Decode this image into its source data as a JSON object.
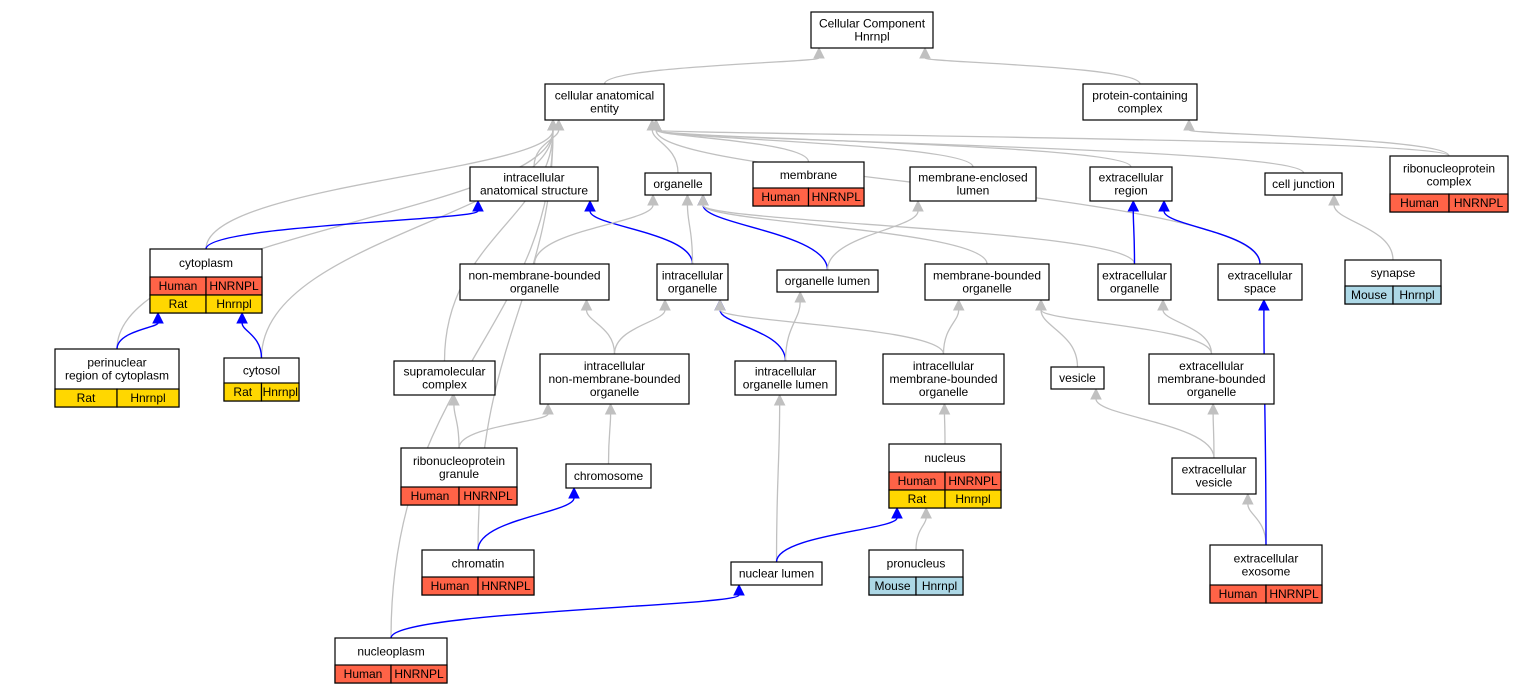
{
  "colors": {
    "human": "#FF6347",
    "rat": "#FFD700",
    "mouse": "#ADD8E6",
    "edge_gray": "#C0C0C0",
    "edge_blue": "#0000FF"
  },
  "nodes": {
    "root": {
      "lines": [
        "Cellular Component",
        "Hnrnpl"
      ]
    },
    "cae": {
      "lines": [
        "cellular anatomical",
        "entity"
      ]
    },
    "pcc": {
      "lines": [
        "protein-containing",
        "complex"
      ]
    },
    "ias": {
      "lines": [
        "intracellular",
        "anatomical structure"
      ]
    },
    "organelle": {
      "lines": [
        "organelle"
      ]
    },
    "membrane": {
      "lines": [
        "membrane"
      ],
      "rows": [
        [
          {
            "species": "human",
            "text": "Human"
          },
          {
            "species": "human",
            "text": "HNRNPL"
          }
        ]
      ]
    },
    "mel": {
      "lines": [
        "membrane-enclosed",
        "lumen"
      ]
    },
    "exreg": {
      "lines": [
        "extracellular",
        "region"
      ]
    },
    "celljunction": {
      "lines": [
        "cell junction"
      ]
    },
    "rnpc": {
      "lines": [
        "ribonucleoprotein",
        "complex"
      ],
      "rows": [
        [
          {
            "species": "human",
            "text": "Human"
          },
          {
            "species": "human",
            "text": "HNRNPL"
          }
        ]
      ]
    },
    "cytoplasm": {
      "lines": [
        "cytoplasm"
      ],
      "rows": [
        [
          {
            "species": "human",
            "text": "Human"
          },
          {
            "species": "human",
            "text": "HNRNPL"
          }
        ],
        [
          {
            "species": "rat",
            "text": "Rat"
          },
          {
            "species": "rat",
            "text": "Hnrnpl"
          }
        ]
      ]
    },
    "nmbo": {
      "lines": [
        "non-membrane-bounded",
        "organelle"
      ]
    },
    "ico": {
      "lines": [
        "intracellular",
        "organelle"
      ]
    },
    "orglumen": {
      "lines": [
        "organelle lumen"
      ]
    },
    "mbo": {
      "lines": [
        "membrane-bounded",
        "organelle"
      ]
    },
    "exorg": {
      "lines": [
        "extracellular",
        "organelle"
      ]
    },
    "exspace": {
      "lines": [
        "extracellular",
        "space"
      ]
    },
    "synapse": {
      "lines": [
        "synapse"
      ],
      "rows": [
        [
          {
            "species": "mouse",
            "text": "Mouse"
          },
          {
            "species": "mouse",
            "text": "Hnrnpl"
          }
        ]
      ]
    },
    "perinuc": {
      "lines": [
        "perinuclear",
        "region of cytoplasm"
      ],
      "rows": [
        [
          {
            "species": "rat",
            "text": "Rat"
          },
          {
            "species": "rat",
            "text": "Hnrnpl"
          }
        ]
      ]
    },
    "cytosol": {
      "lines": [
        "cytosol"
      ],
      "rows": [
        [
          {
            "species": "rat",
            "text": "Rat"
          },
          {
            "species": "rat",
            "text": "Hnrnpl"
          }
        ]
      ]
    },
    "supramol": {
      "lines": [
        "supramolecular",
        "complex"
      ]
    },
    "icnmbo": {
      "lines": [
        "intracellular",
        "non-membrane-bounded",
        "organelle"
      ]
    },
    "icolumen": {
      "lines": [
        "intracellular",
        "organelle lumen"
      ]
    },
    "icmbo": {
      "lines": [
        "intracellular",
        "membrane-bounded",
        "organelle"
      ]
    },
    "vesicle": {
      "lines": [
        "vesicle"
      ]
    },
    "exmbo": {
      "lines": [
        "extracellular",
        "membrane-bounded",
        "organelle"
      ]
    },
    "rnpgranule": {
      "lines": [
        "ribonucleoprotein",
        "granule"
      ],
      "rows": [
        [
          {
            "species": "human",
            "text": "Human"
          },
          {
            "species": "human",
            "text": "HNRNPL"
          }
        ]
      ]
    },
    "chromosome": {
      "lines": [
        "chromosome"
      ]
    },
    "nucleus": {
      "lines": [
        "nucleus"
      ],
      "rows": [
        [
          {
            "species": "human",
            "text": "Human"
          },
          {
            "species": "human",
            "text": "HNRNPL"
          }
        ],
        [
          {
            "species": "rat",
            "text": "Rat"
          },
          {
            "species": "rat",
            "text": "Hnrnpl"
          }
        ]
      ]
    },
    "exvesicle": {
      "lines": [
        "extracellular",
        "vesicle"
      ]
    },
    "chromatin": {
      "lines": [
        "chromatin"
      ],
      "rows": [
        [
          {
            "species": "human",
            "text": "Human"
          },
          {
            "species": "human",
            "text": "HNRNPL"
          }
        ]
      ]
    },
    "nuclumen": {
      "lines": [
        "nuclear lumen"
      ]
    },
    "pronucleus": {
      "lines": [
        "pronucleus"
      ],
      "rows": [
        [
          {
            "species": "mouse",
            "text": "Mouse"
          },
          {
            "species": "mouse",
            "text": "Hnrnpl"
          }
        ]
      ]
    },
    "exosome": {
      "lines": [
        "extracellular",
        "exosome"
      ],
      "rows": [
        [
          {
            "species": "human",
            "text": "Human"
          },
          {
            "species": "human",
            "text": "HNRNPL"
          }
        ]
      ]
    },
    "nucleoplasm": {
      "lines": [
        "nucleoplasm"
      ],
      "rows": [
        [
          {
            "species": "human",
            "text": "Human"
          },
          {
            "species": "human",
            "text": "HNRNPL"
          }
        ]
      ]
    }
  },
  "edges": [
    {
      "from": "cae",
      "to": "root",
      "kind": "gray"
    },
    {
      "from": "pcc",
      "to": "root",
      "kind": "gray"
    },
    {
      "from": "rnpc",
      "to": "pcc",
      "kind": "gray"
    },
    {
      "from": "ias",
      "to": "cae",
      "kind": "gray"
    },
    {
      "from": "organelle",
      "to": "cae",
      "kind": "gray"
    },
    {
      "from": "membrane",
      "to": "cae",
      "kind": "gray"
    },
    {
      "from": "mel",
      "to": "cae",
      "kind": "gray"
    },
    {
      "from": "exreg",
      "to": "cae",
      "kind": "gray"
    },
    {
      "from": "celljunction",
      "to": "cae",
      "kind": "gray"
    },
    {
      "from": "rnpc",
      "to": "cae",
      "kind": "gray"
    },
    {
      "from": "cytoplasm",
      "to": "cae",
      "kind": "gray"
    },
    {
      "from": "perinuc",
      "to": "cae",
      "kind": "gray"
    },
    {
      "from": "cytosol",
      "to": "cae",
      "kind": "gray"
    },
    {
      "from": "supramol",
      "to": "cae",
      "kind": "gray"
    },
    {
      "from": "chromatin",
      "to": "cae",
      "kind": "gray"
    },
    {
      "from": "nucleoplasm",
      "to": "cae",
      "kind": "gray"
    },
    {
      "from": "exspace",
      "to": "cae",
      "kind": "gray"
    },
    {
      "from": "cytoplasm",
      "to": "ias",
      "kind": "blue"
    },
    {
      "from": "ico",
      "to": "ias",
      "kind": "blue"
    },
    {
      "from": "nmbo",
      "to": "organelle",
      "kind": "gray"
    },
    {
      "from": "ico",
      "to": "organelle",
      "kind": "gray"
    },
    {
      "from": "orglumen",
      "to": "organelle",
      "kind": "blue"
    },
    {
      "from": "mbo",
      "to": "organelle",
      "kind": "gray"
    },
    {
      "from": "exorg",
      "to": "organelle",
      "kind": "gray"
    },
    {
      "from": "orglumen",
      "to": "mel",
      "kind": "gray"
    },
    {
      "from": "exorg",
      "to": "exreg",
      "kind": "blue"
    },
    {
      "from": "exspace",
      "to": "exreg",
      "kind": "blue"
    },
    {
      "from": "synapse",
      "to": "celljunction",
      "kind": "gray"
    },
    {
      "from": "perinuc",
      "to": "cytoplasm",
      "kind": "blue"
    },
    {
      "from": "cytosol",
      "to": "cytoplasm",
      "kind": "blue"
    },
    {
      "from": "icnmbo",
      "to": "nmbo",
      "kind": "gray"
    },
    {
      "from": "icnmbo",
      "to": "ico",
      "kind": "gray"
    },
    {
      "from": "icolumen",
      "to": "ico",
      "kind": "blue"
    },
    {
      "from": "icmbo",
      "to": "ico",
      "kind": "gray"
    },
    {
      "from": "icolumen",
      "to": "orglumen",
      "kind": "gray"
    },
    {
      "from": "icmbo",
      "to": "mbo",
      "kind": "gray"
    },
    {
      "from": "vesicle",
      "to": "mbo",
      "kind": "gray"
    },
    {
      "from": "exmbo",
      "to": "mbo",
      "kind": "gray"
    },
    {
      "from": "exmbo",
      "to": "exorg",
      "kind": "gray"
    },
    {
      "from": "rnpgranule",
      "to": "supramol",
      "kind": "gray"
    },
    {
      "from": "rnpgranule",
      "to": "icnmbo",
      "kind": "gray"
    },
    {
      "from": "chromosome",
      "to": "icnmbo",
      "kind": "gray"
    },
    {
      "from": "nucleus",
      "to": "icmbo",
      "kind": "gray"
    },
    {
      "from": "exvesicle",
      "to": "vesicle",
      "kind": "gray"
    },
    {
      "from": "exvesicle",
      "to": "exmbo",
      "kind": "gray"
    },
    {
      "from": "chromatin",
      "to": "chromosome",
      "kind": "blue"
    },
    {
      "from": "nuclumen",
      "to": "icolumen",
      "kind": "gray"
    },
    {
      "from": "nuclumen",
      "to": "nucleus",
      "kind": "blue"
    },
    {
      "from": "pronucleus",
      "to": "nucleus",
      "kind": "gray"
    },
    {
      "from": "exosome",
      "to": "exvesicle",
      "kind": "gray"
    },
    {
      "from": "exosome",
      "to": "exspace",
      "kind": "blue"
    },
    {
      "from": "nucleoplasm",
      "to": "nuclumen",
      "kind": "blue"
    }
  ]
}
